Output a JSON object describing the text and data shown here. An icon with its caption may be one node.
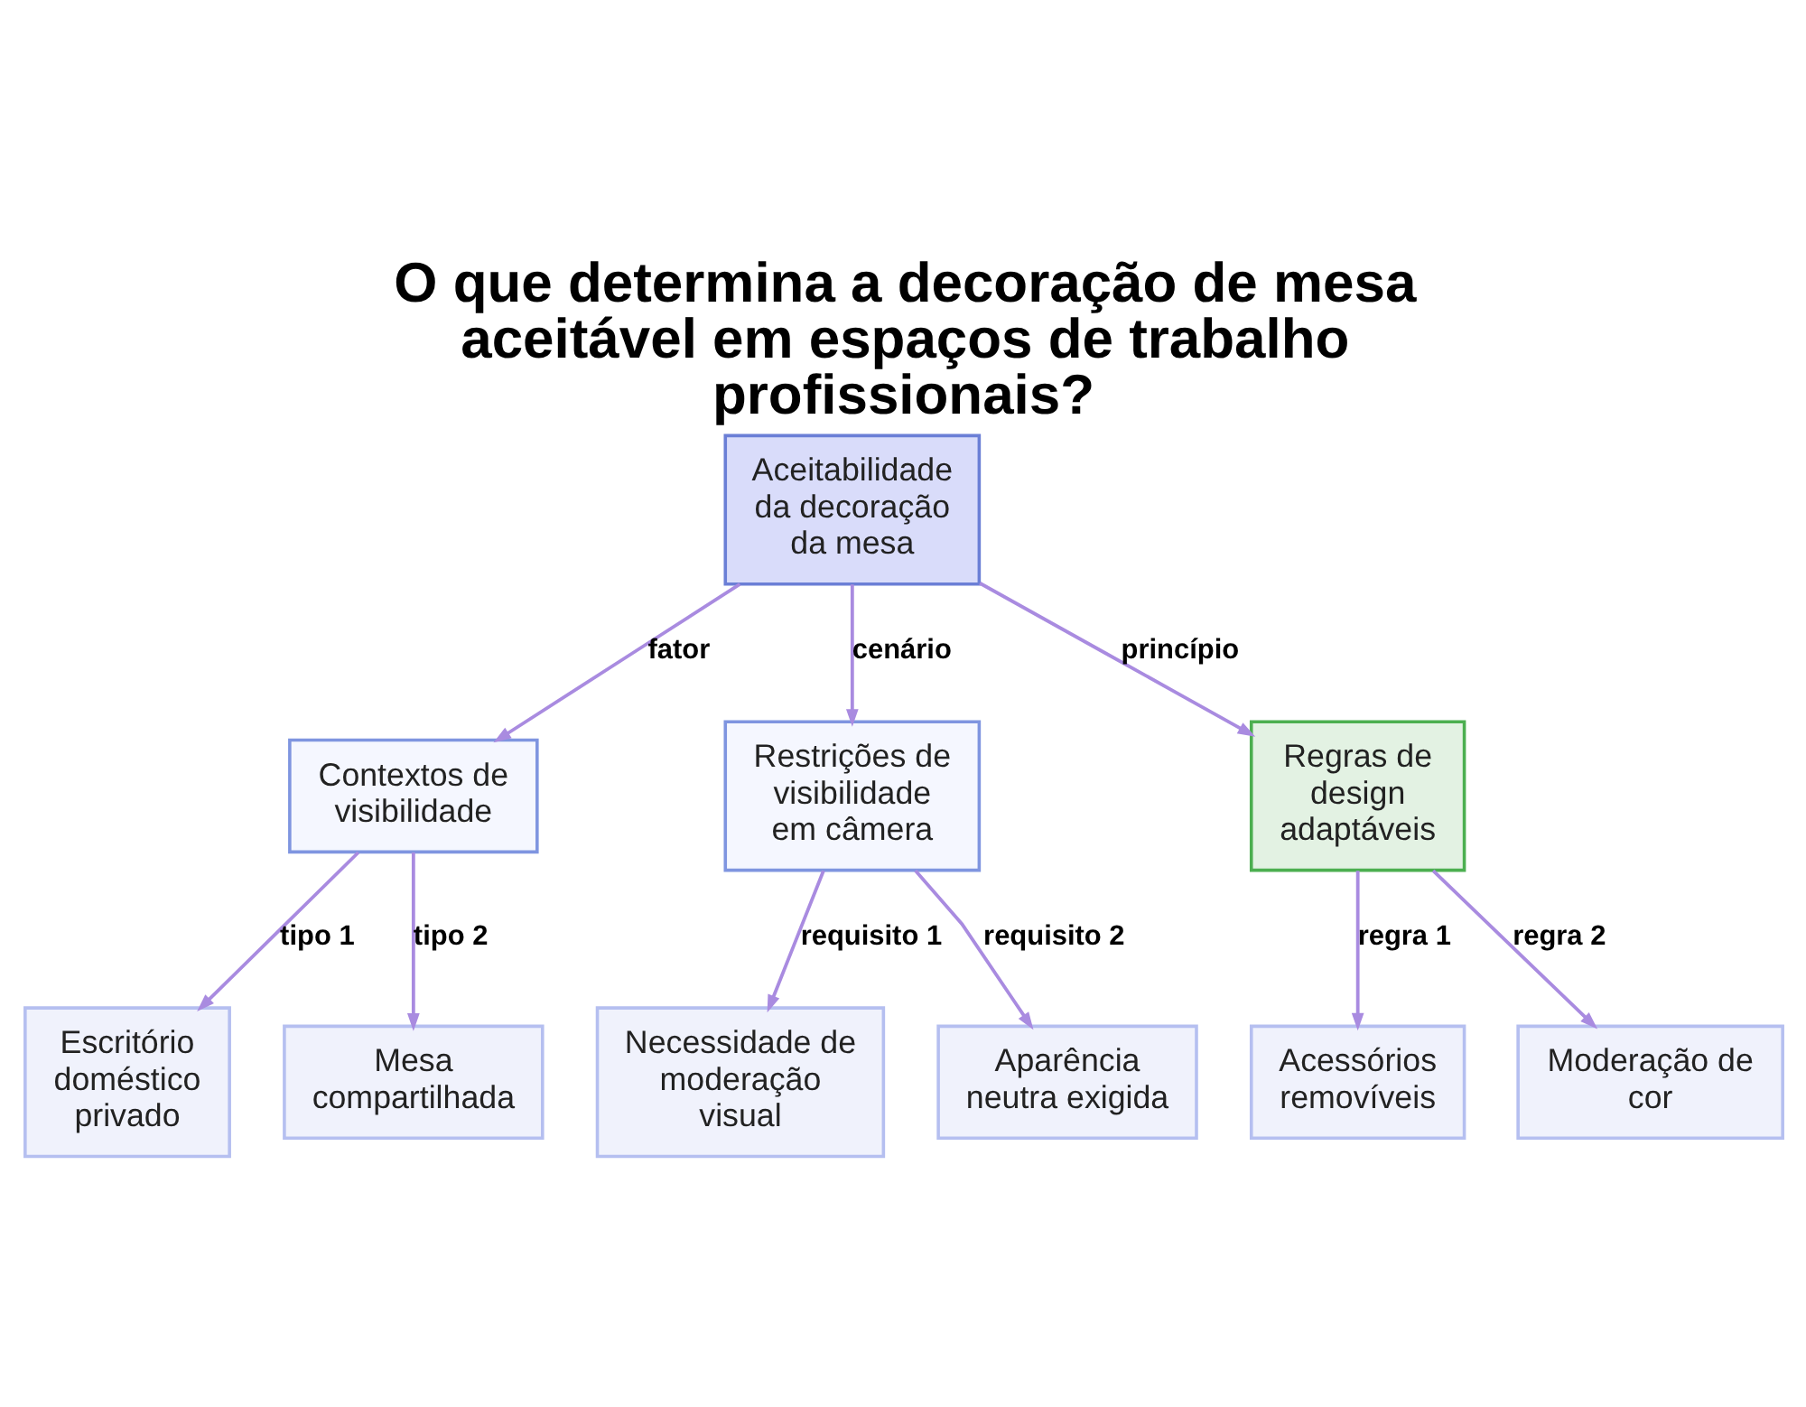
{
  "diagram": {
    "title": "O que determina a decoração de mesa aceitável em espaços de trabalho profissionais?",
    "nodes": [
      {
        "text": [
          "Aceitabilidade da decoração da mesa"
        ]
      },
      {
        "text": [
          "Contextos de visibilidade"
        ]
      },
      {
        "text": [
          "Restrições de visibilidade em câmera"
        ]
      },
      {
        "text": [
          "Regras de design adaptáveis"
        ]
      },
      {
        "text": [
          "Escritório doméstico privado"
        ]
      },
      {
        "text": [
          "Mesa compartilhada"
        ]
      },
      {
        "text": [
          "Necessidade de moderação visual"
        ]
      },
      {
        "text": [
          "Aparência neutra exigida"
        ]
      },
      {
        "text": [
          "Acessórios removíveis"
        ]
      },
      {
        "text": [
          "Moderação de cor"
        ]
      }
    ],
    "edges": [
      {
        "from": 0,
        "to": 1,
        "arrow": "to",
        "label": "fator"
      },
      {
        "from": 0,
        "to": 2,
        "arrow": "to",
        "label": "cenário"
      },
      {
        "from": 0,
        "to": 3,
        "arrow": "to",
        "label": "princípio"
      },
      {
        "from": 1,
        "to": 4,
        "arrow": "to",
        "label": "tipo 1"
      },
      {
        "from": 1,
        "to": 5,
        "arrow": "to",
        "label": "tipo 2"
      },
      {
        "from": 2,
        "to": 6,
        "arrow": "to",
        "label": "requisito 1"
      },
      {
        "from": 2,
        "to": 7,
        "arrow": "to",
        "label": "requisito 2"
      },
      {
        "from": 3,
        "to": 8,
        "arrow": "to",
        "label": "regra 1"
      },
      {
        "from": 3,
        "to": 9,
        "arrow": "to",
        "label": "regra 2"
      }
    ]
  }
}
